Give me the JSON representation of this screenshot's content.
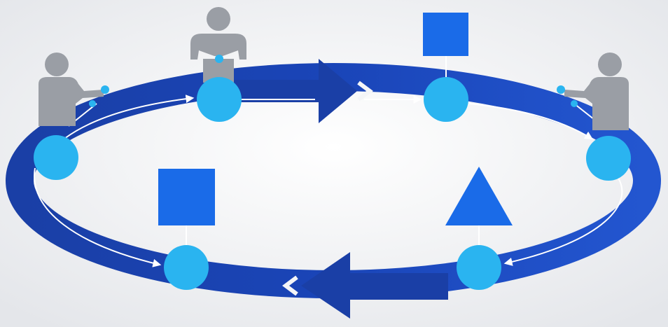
{
  "diagram": {
    "type": "cycle",
    "direction": "clockwise",
    "nodes": [
      {
        "id": "n1",
        "attached": "person"
      },
      {
        "id": "n2",
        "attached": "person"
      },
      {
        "id": "n3",
        "attached": "square"
      },
      {
        "id": "n4",
        "attached": "person"
      },
      {
        "id": "n5",
        "attached": "triangle"
      },
      {
        "id": "n6",
        "attached": "square"
      }
    ],
    "colors": {
      "background": "#f2f3f5",
      "ring": "#1a3fa6",
      "ring_light": "#2a5bd0",
      "node": "#2ab4f0",
      "shape": "#1a6be8",
      "person": "#9a9ea5",
      "arrow": "#ffffff"
    }
  }
}
